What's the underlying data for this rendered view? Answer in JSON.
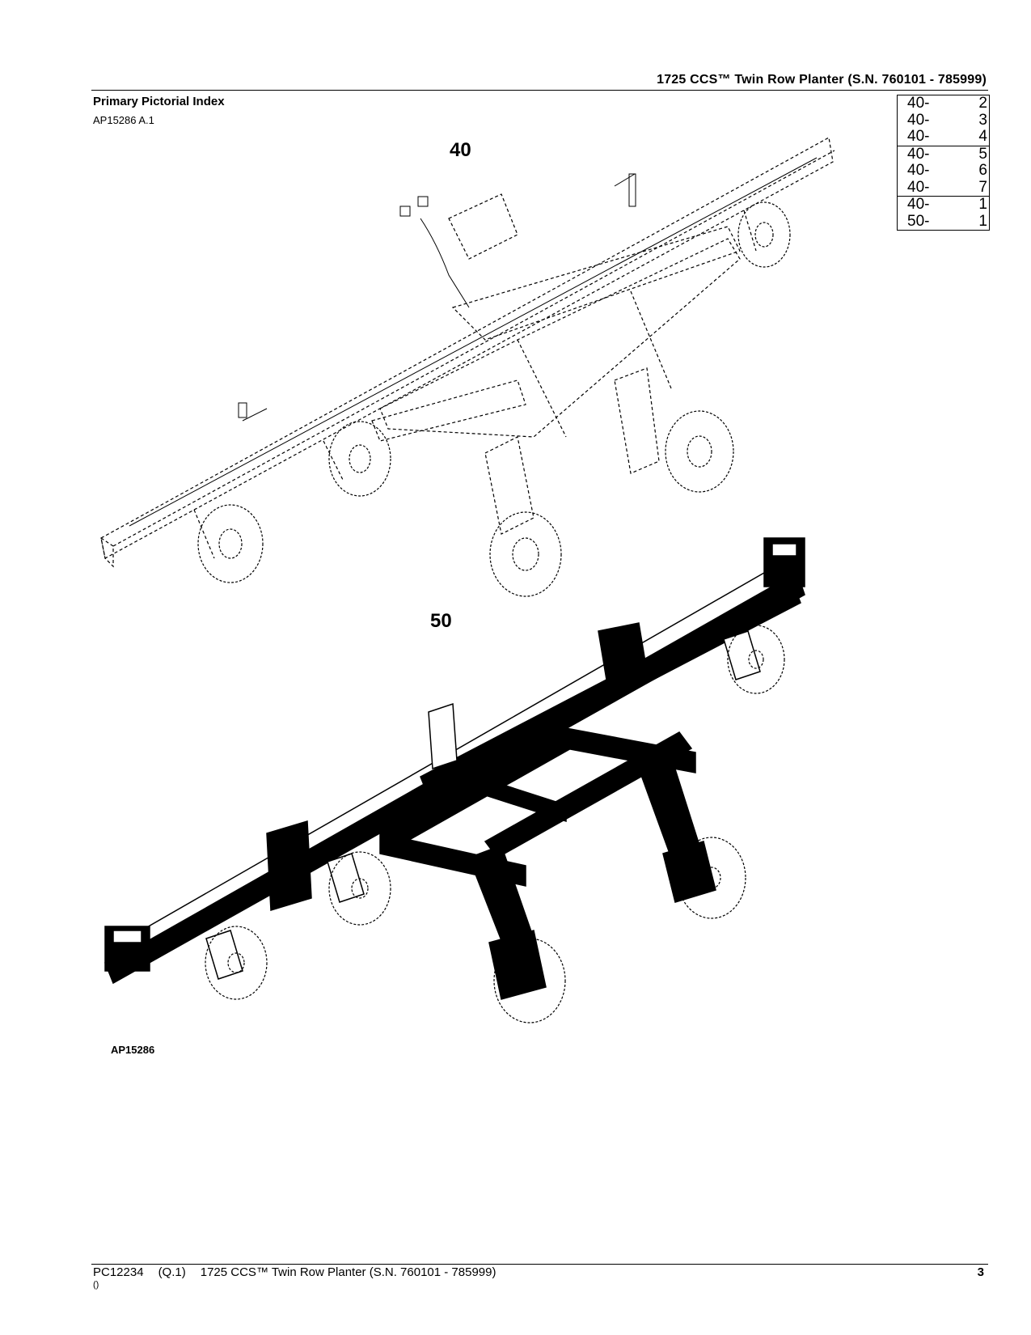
{
  "header": {
    "title": "1725 CCS™ Twin Row Planter (S.N. 760101 - 785999)"
  },
  "section": {
    "title": "Primary Pictorial Index",
    "figure_code": "AP15286 A.1"
  },
  "reference_table": {
    "groups": [
      [
        {
          "group": "40-",
          "page": "2"
        },
        {
          "group": "40-",
          "page": "3"
        },
        {
          "group": "40-",
          "page": "4"
        }
      ],
      [
        {
          "group": "40-",
          "page": "5"
        },
        {
          "group": "40-",
          "page": "6"
        },
        {
          "group": "40-",
          "page": "7"
        }
      ],
      [
        {
          "group": "40-",
          "page": "1"
        },
        {
          "group": "50-",
          "page": "1"
        }
      ]
    ]
  },
  "illustration": {
    "callout_upper": "40",
    "callout_lower": "50",
    "art_label": "AP15286"
  },
  "footer": {
    "doc_number": "PC12234",
    "revision": "(Q.1)",
    "title": "1725 CCS™ Twin Row Planter (S.N. 760101 - 785999)",
    "page_number": "3",
    "sub": "()"
  }
}
